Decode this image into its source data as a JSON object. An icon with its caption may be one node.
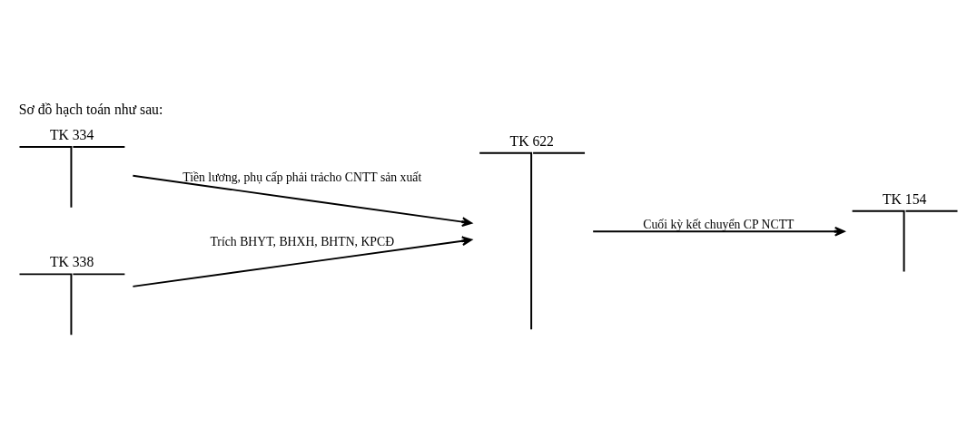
{
  "diagram": {
    "title": "Sơ đồ hạch toán như sau:",
    "nodes": [
      {
        "text": [
          "TK 334"
        ]
      },
      {
        "text": [
          "TK 622"
        ]
      },
      {
        "text": [
          "TK 154"
        ]
      },
      {
        "text": [
          "TK 338"
        ]
      }
    ],
    "edges": [
      {
        "from": 0,
        "to": 1,
        "arrow": "to",
        "label": "Tiền lương, phụ cấp phải trảcho CNTT sản xuất"
      },
      {
        "from": 1,
        "to": 2,
        "arrow": "to",
        "label": "Cuối kỳ kết chuyển CP NCTT"
      },
      {
        "from": 3,
        "to": 1,
        "arrow": "to",
        "label": "Trích BHYT, BHXH, BHTN, KPCĐ"
      }
    ]
  }
}
